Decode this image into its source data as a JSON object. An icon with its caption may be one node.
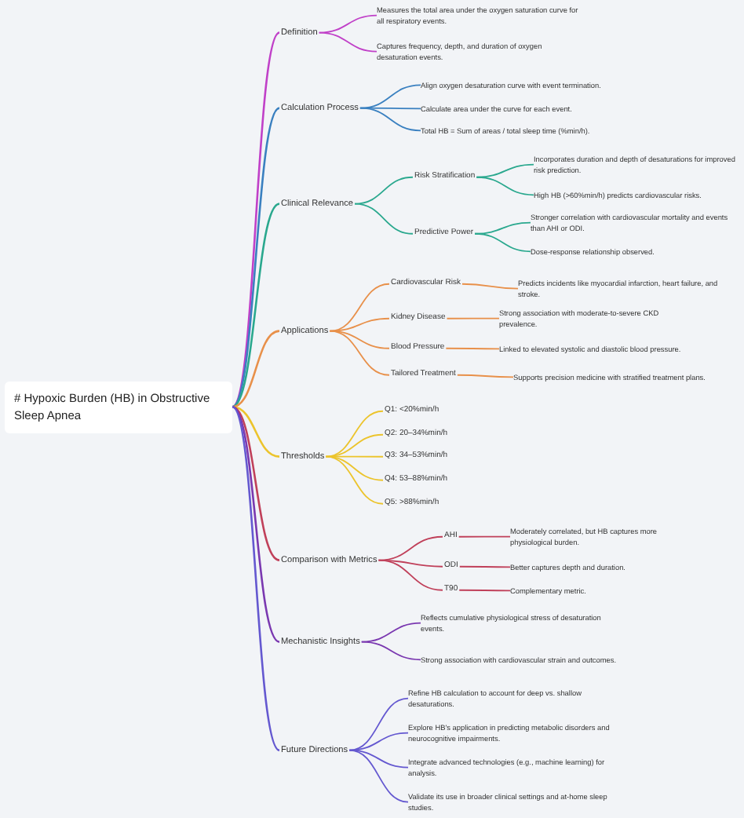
{
  "diagram": {
    "nodes": [
      {
        "text": [
          "# Hypoxic Burden (HB) in Obstructive Sleep Apnea"
        ]
      },
      {
        "text": [
          "Definition"
        ]
      },
      {
        "text": [
          "Measures the total area under the oxygen saturation curve for all respiratory events."
        ]
      },
      {
        "text": [
          "Captures frequency, depth, and duration of oxygen desaturation events."
        ]
      },
      {
        "text": [
          "Calculation Process"
        ]
      },
      {
        "text": [
          "Align oxygen desaturation curve with event termination."
        ]
      },
      {
        "text": [
          "Calculate area under the curve for each event."
        ]
      },
      {
        "text": [
          "Total HB = Sum of areas / total sleep time (%min/h)."
        ]
      },
      {
        "text": [
          "Clinical Relevance"
        ]
      },
      {
        "text": [
          "Risk Stratification"
        ]
      },
      {
        "text": [
          "Incorporates duration and depth of desaturations for improved risk prediction."
        ]
      },
      {
        "text": [
          "High HB (>60%min/h) predicts cardiovascular risks."
        ]
      },
      {
        "text": [
          "Predictive Power"
        ]
      },
      {
        "text": [
          "Stronger correlation with cardiovascular mortality and events than AHI or ODI."
        ]
      },
      {
        "text": [
          "Dose-response relationship observed."
        ]
      },
      {
        "text": [
          "Applications"
        ]
      },
      {
        "text": [
          "Cardiovascular Risk"
        ]
      },
      {
        "text": [
          "Predicts incidents like myocardial infarction, heart failure, and stroke."
        ]
      },
      {
        "text": [
          "Kidney Disease"
        ]
      },
      {
        "text": [
          "Strong association with moderate-to-severe CKD prevalence."
        ]
      },
      {
        "text": [
          "Blood Pressure"
        ]
      },
      {
        "text": [
          "Linked to elevated systolic and diastolic blood pressure."
        ]
      },
      {
        "text": [
          "Tailored Treatment"
        ]
      },
      {
        "text": [
          "Supports precision medicine with stratified treatment plans."
        ]
      },
      {
        "text": [
          "Thresholds"
        ]
      },
      {
        "text": [
          "Q1: <20%min/h"
        ]
      },
      {
        "text": [
          "Q2: 20–34%min/h"
        ]
      },
      {
        "text": [
          "Q3: 34–53%min/h"
        ]
      },
      {
        "text": [
          "Q4: 53–88%min/h"
        ]
      },
      {
        "text": [
          "Q5: >88%min/h"
        ]
      },
      {
        "text": [
          "Comparison with Metrics"
        ]
      },
      {
        "text": [
          "AHI"
        ]
      },
      {
        "text": [
          "Moderately correlated, but HB captures more physiological burden."
        ]
      },
      {
        "text": [
          "ODI"
        ]
      },
      {
        "text": [
          "Better captures depth and duration."
        ]
      },
      {
        "text": [
          "T90"
        ]
      },
      {
        "text": [
          "Complementary metric."
        ]
      },
      {
        "text": [
          "Mechanistic Insights"
        ]
      },
      {
        "text": [
          "Reflects cumulative physiological stress of desaturation events."
        ]
      },
      {
        "text": [
          "Strong association with cardiovascular strain and outcomes."
        ]
      },
      {
        "text": [
          "Future Directions"
        ]
      },
      {
        "text": [
          "Refine HB calculation to account for deep vs. shallow desaturations."
        ]
      },
      {
        "text": [
          "Explore HB's application in predicting metabolic disorders and neurocognitive impairments."
        ]
      },
      {
        "text": [
          "Integrate advanced technologies (e.g., machine learning) for analysis."
        ]
      },
      {
        "text": [
          "Validate its use in broader clinical settings and at-home sleep studies."
        ]
      }
    ],
    "edges": [
      {
        "from": 0,
        "to": 1,
        "arrow": "none",
        "color": "#c040c8"
      },
      {
        "from": 1,
        "to": 2,
        "arrow": "none",
        "color": "#c040c8"
      },
      {
        "from": 1,
        "to": 3,
        "arrow": "none",
        "color": "#c040c8"
      },
      {
        "from": 0,
        "to": 4,
        "arrow": "none",
        "color": "#3a80c0"
      },
      {
        "from": 4,
        "to": 5,
        "arrow": "none",
        "color": "#3a80c0"
      },
      {
        "from": 4,
        "to": 6,
        "arrow": "none",
        "color": "#3a80c0"
      },
      {
        "from": 4,
        "to": 7,
        "arrow": "none",
        "color": "#3a80c0"
      },
      {
        "from": 0,
        "to": 8,
        "arrow": "none",
        "color": "#2aa88e"
      },
      {
        "from": 8,
        "to": 9,
        "arrow": "none",
        "color": "#2aa88e"
      },
      {
        "from": 9,
        "to": 10,
        "arrow": "none",
        "color": "#2aa88e"
      },
      {
        "from": 9,
        "to": 11,
        "arrow": "none",
        "color": "#2aa88e"
      },
      {
        "from": 8,
        "to": 12,
        "arrow": "none",
        "color": "#2aa88e"
      },
      {
        "from": 12,
        "to": 13,
        "arrow": "none",
        "color": "#2aa88e"
      },
      {
        "from": 12,
        "to": 14,
        "arrow": "none",
        "color": "#2aa88e"
      },
      {
        "from": 0,
        "to": 15,
        "arrow": "none",
        "color": "#e8904a"
      },
      {
        "from": 15,
        "to": 16,
        "arrow": "none",
        "color": "#e8904a"
      },
      {
        "from": 16,
        "to": 17,
        "arrow": "none",
        "color": "#e8904a"
      },
      {
        "from": 15,
        "to": 18,
        "arrow": "none",
        "color": "#e8904a"
      },
      {
        "from": 18,
        "to": 19,
        "arrow": "none",
        "color": "#e8904a"
      },
      {
        "from": 15,
        "to": 20,
        "arrow": "none",
        "color": "#e8904a"
      },
      {
        "from": 20,
        "to": 21,
        "arrow": "none",
        "color": "#e8904a"
      },
      {
        "from": 15,
        "to": 22,
        "arrow": "none",
        "color": "#e8904a"
      },
      {
        "from": 22,
        "to": 23,
        "arrow": "none",
        "color": "#e8904a"
      },
      {
        "from": 0,
        "to": 24,
        "arrow": "none",
        "color": "#ecc42c"
      },
      {
        "from": 24,
        "to": 25,
        "arrow": "none",
        "color": "#ecc42c"
      },
      {
        "from": 24,
        "to": 26,
        "arrow": "none",
        "color": "#ecc42c"
      },
      {
        "from": 24,
        "to": 27,
        "arrow": "none",
        "color": "#ecc42c"
      },
      {
        "from": 24,
        "to": 28,
        "arrow": "none",
        "color": "#ecc42c"
      },
      {
        "from": 24,
        "to": 29,
        "arrow": "none",
        "color": "#ecc42c"
      },
      {
        "from": 0,
        "to": 30,
        "arrow": "none",
        "color": "#c0405a"
      },
      {
        "from": 30,
        "to": 31,
        "arrow": "none",
        "color": "#c0405a"
      },
      {
        "from": 31,
        "to": 32,
        "arrow": "none",
        "color": "#c0405a"
      },
      {
        "from": 30,
        "to": 33,
        "arrow": "none",
        "color": "#c0405a"
      },
      {
        "from": 33,
        "to": 34,
        "arrow": "none",
        "color": "#c0405a"
      },
      {
        "from": 30,
        "to": 35,
        "arrow": "none",
        "color": "#c0405a"
      },
      {
        "from": 35,
        "to": 36,
        "arrow": "none",
        "color": "#c0405a"
      },
      {
        "from": 0,
        "to": 37,
        "arrow": "none",
        "color": "#7a38b0"
      },
      {
        "from": 37,
        "to": 38,
        "arrow": "none",
        "color": "#7a38b0"
      },
      {
        "from": 37,
        "to": 39,
        "arrow": "none",
        "color": "#7a38b0"
      },
      {
        "from": 0,
        "to": 40,
        "arrow": "none",
        "color": "#6458d0"
      },
      {
        "from": 40,
        "to": 41,
        "arrow": "none",
        "color": "#6458d0"
      },
      {
        "from": 40,
        "to": 42,
        "arrow": "none",
        "color": "#6458d0"
      },
      {
        "from": 40,
        "to": 43,
        "arrow": "none",
        "color": "#6458d0"
      },
      {
        "from": 40,
        "to": 44,
        "arrow": "none",
        "color": "#6458d0"
      }
    ]
  }
}
